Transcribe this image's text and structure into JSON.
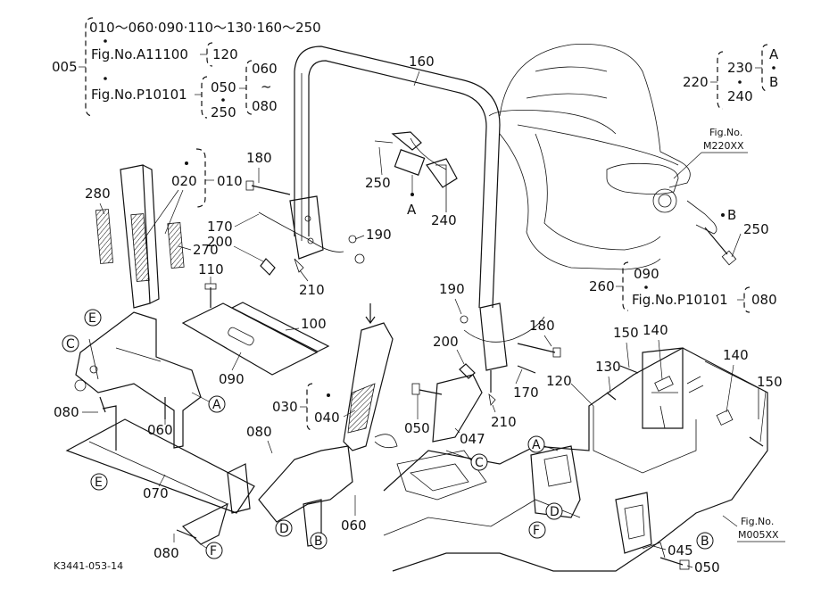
{
  "drawing_code": "K3441-053-14",
  "header": {
    "ref_005": "005",
    "line1": "010～060·090·110～130·160～250",
    "fig1": "Fig.No.A11100",
    "fig1_val": "120",
    "fig2": "Fig.No.P10101",
    "fig2_a": "050",
    "fig2_b": "250",
    "fig2_c": "060",
    "fig2_d": "080",
    "tilde": "~"
  },
  "right_header": {
    "ref": "220",
    "a": "230",
    "b": "240",
    "la": "A",
    "lb": "B"
  },
  "fig_m220": {
    "l1": "Fig.No.",
    "l2": "M220XX"
  },
  "fig_m005": {
    "l1": "Fig.No.",
    "l2": "M005XX"
  },
  "ref_260": {
    "ref": "260",
    "a": "090",
    "fig": "Fig.No.P10101",
    "val": "080"
  },
  "callouts": {
    "c160": "160",
    "c180a": "180",
    "c250a": "250",
    "c240": "240",
    "cA": "A",
    "cB": "B",
    "c250b": "250",
    "c010": "010",
    "c020": "020",
    "c280": "280",
    "c270": "270",
    "c170a": "170",
    "c200a": "200",
    "c190a": "190",
    "c210a": "210",
    "c110": "110",
    "c100": "100",
    "c090": "090",
    "c030": "030",
    "c040": "040",
    "c080a": "080",
    "c060a": "060",
    "c070": "070",
    "c080b": "080",
    "c080c": "080",
    "c060b": "060",
    "c190b": "190",
    "c180b": "180",
    "c200b": "200",
    "c170b": "170",
    "c050a": "050",
    "c047": "047",
    "c210b": "210",
    "c150a": "150",
    "c140a": "140",
    "c140b": "140",
    "c150b": "150",
    "c130": "130",
    "c120": "120",
    "c045": "045",
    "c050b": "050"
  },
  "circles": {
    "E": "E",
    "C": "C",
    "A": "A",
    "D": "D",
    "F": "F",
    "B": "B"
  }
}
